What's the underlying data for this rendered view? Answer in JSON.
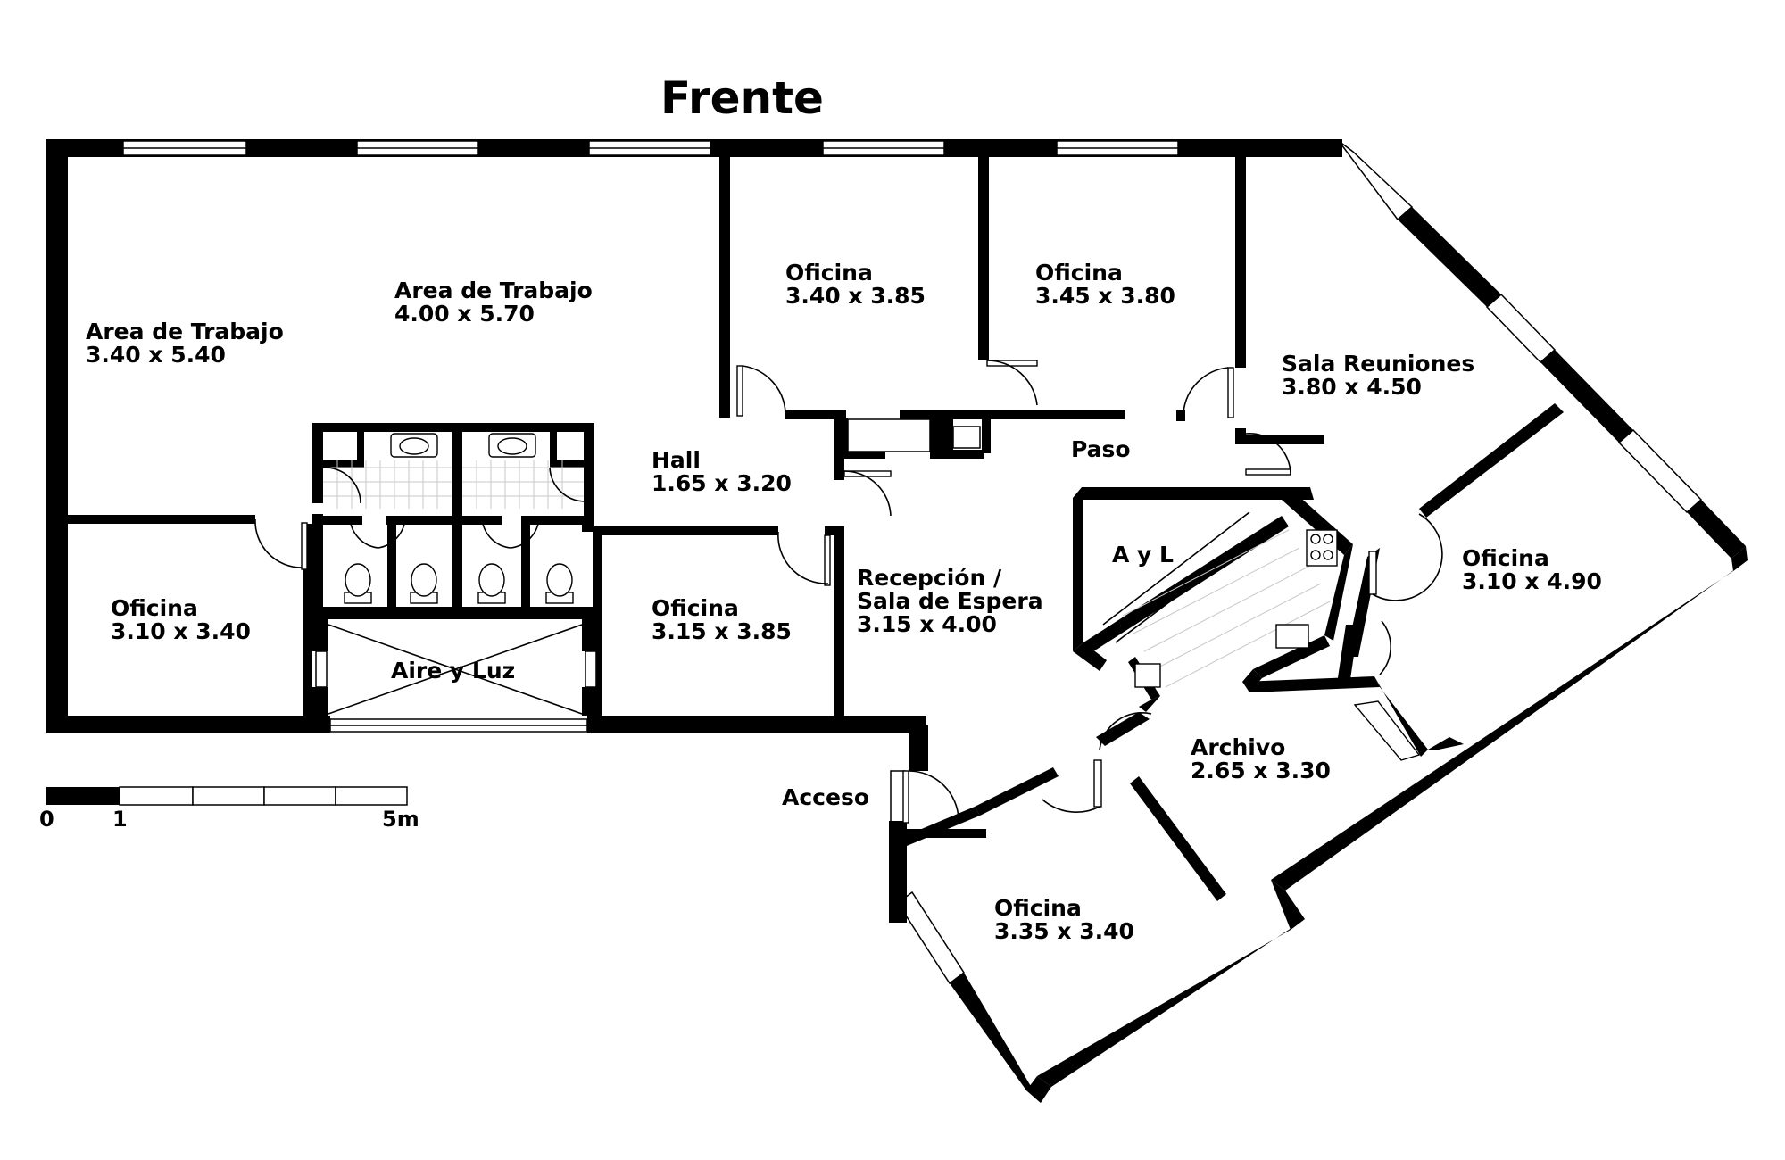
{
  "title": "Frente",
  "rooms": [
    {
      "name": "Area de Trabajo",
      "dims": "3.40 x 5.40"
    },
    {
      "name": "Area de Trabajo",
      "dims": "4.00 x 5.70"
    },
    {
      "name": "Oficina",
      "dims": "3.40 x 3.85"
    },
    {
      "name": "Oficina",
      "dims": "3.45 x 3.80"
    },
    {
      "name": "Sala Reuniones",
      "dims": "3.80 x 4.50"
    },
    {
      "name": "Hall",
      "dims": "1.65 x 3.20"
    },
    {
      "name": "Oficina",
      "dims": "3.10 x 3.40"
    },
    {
      "name": "Oficina",
      "dims": "3.15 x 3.85"
    },
    {
      "name": "Recepción /",
      "name2": "Sala de Espera",
      "dims": "3.15 x 4.00"
    },
    {
      "name": "Oficina",
      "dims": "3.10 x 4.90"
    },
    {
      "name": "Archivo",
      "dims": "2.65 x 3.30"
    },
    {
      "name": "Oficina",
      "dims": "3.35 x 3.40"
    }
  ],
  "labels": {
    "paso": "Paso",
    "ayl": "A y L",
    "aire_luz": "Aire y Luz",
    "acceso": "Acceso"
  },
  "scale": {
    "zero": "0",
    "one": "1",
    "five": "5m"
  }
}
